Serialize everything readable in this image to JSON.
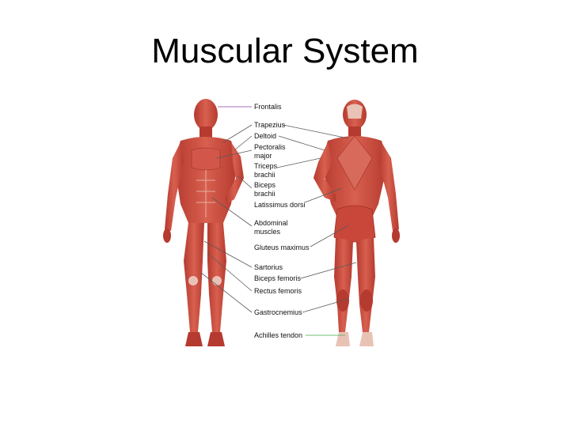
{
  "slide": {
    "title": "Muscular System"
  },
  "labels": {
    "frontalis": "Frontalis",
    "trapezius": "Trapezius",
    "deltoid": "Deltoid",
    "pectoralis_1": "Pectoralis",
    "pectoralis_2": "major",
    "triceps_1": "Triceps",
    "triceps_2": "brachii",
    "biceps_1": "Biceps",
    "biceps_2": "brachii",
    "latissimus": "Latissimus dorsi",
    "abdominal_1": "Abdominal",
    "abdominal_2": "muscles",
    "gluteus": "Gluteus maximus",
    "sartorius": "Sartorius",
    "biceps_femoris": "Biceps femoris",
    "rectus_femoris": "Rectus femoris",
    "gastrocnemius": "Gastrocnemius",
    "achilles": "Achilles tendon"
  },
  "colors": {
    "muscle": "#c9473a",
    "muscle_dark": "#9e2f26",
    "tendon": "#e9c2b6",
    "leader": "#5a5a5a",
    "achilles_leader": "#3fae49",
    "frontalis_leader": "#8a3fa8"
  }
}
